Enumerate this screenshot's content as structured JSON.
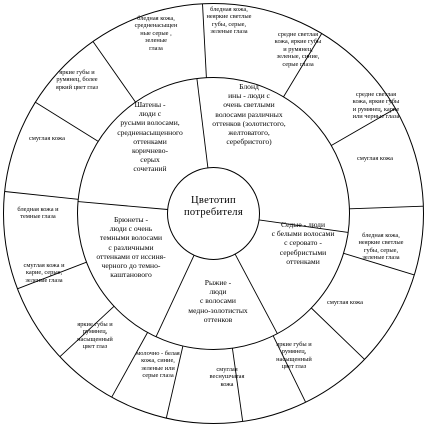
{
  "center": {
    "label": "Цветотип\nпотребителя"
  },
  "inner_sectors": [
    {
      "id": "blond",
      "label": "Блонд\nины - люди с\nочень светлыми\nволосами различных\nоттенков (золотистого,\nжелтоватого,\nсеребристого)"
    },
    {
      "id": "gray",
      "label": "Седые - люди\nс белыми волосами\nс серовато -\nсеребристыми\nоттенками"
    },
    {
      "id": "red",
      "label": "Рыжие -\nлюди\nс волосами\nмедно-золотистых\nоттенков"
    },
    {
      "id": "brunette",
      "label": "Брюнеты -\nлюди с очень\nтемными волосами\nс различными\nоттенками от иссиня-\nчерного до темно-\nкаштанового"
    },
    {
      "id": "brown",
      "label": "Шатены -\nлюди с\nрусыми волосами,\nсредненасыщенного\nоттенками\nкоричнево-\nсерых\nсочетаний"
    }
  ],
  "outer_sectors": [
    {
      "id": "o1",
      "label": "бледная кожа,\nнеяркие светлые\nгубы, серые,\nзеленые глаза"
    },
    {
      "id": "o2",
      "label": "средне светлая\nкожа, яркие губы\nи румянец,\nзеленые, синие,\nсерые глаза"
    },
    {
      "id": "o3",
      "label": "средне светлая\nкожа, яркие губы\nи румянец, карие\nили черные глаза"
    },
    {
      "id": "o4",
      "label": "смуглая кожа"
    },
    {
      "id": "o5",
      "label": "бледная кожа,\nнеяркие светлые\nгубы, серые,\nзеленые глаза"
    },
    {
      "id": "o6",
      "label": "смуглая кожа"
    },
    {
      "id": "o7",
      "label": "яркие губы и\nрумянец,\nнасыщенный\nцвет глаз"
    },
    {
      "id": "o8",
      "label": "смуглая\nвеснушчатая\nкожа"
    },
    {
      "id": "o9",
      "label": "молочно - белая\nкожа, синие,\nзеленые или\nсерые глаза"
    },
    {
      "id": "o10",
      "label": "яркие губы и\nрумянец,\nнасыщенный\nцвет глаз"
    },
    {
      "id": "o11",
      "label": "смуглая кожа и\nкарие, серые,\nзеленые глаза"
    },
    {
      "id": "o12",
      "label": "бледная кожа и\nтемные глаза"
    },
    {
      "id": "o13",
      "label": "смуглая кожа"
    },
    {
      "id": "o14",
      "label": "яркие губы и\nрумянец, более\nяркий цвет глаз"
    },
    {
      "id": "o15",
      "label": "бледная кожа,\nсредненасыщен\nные серые ,\nзеленые\nглаза"
    }
  ]
}
